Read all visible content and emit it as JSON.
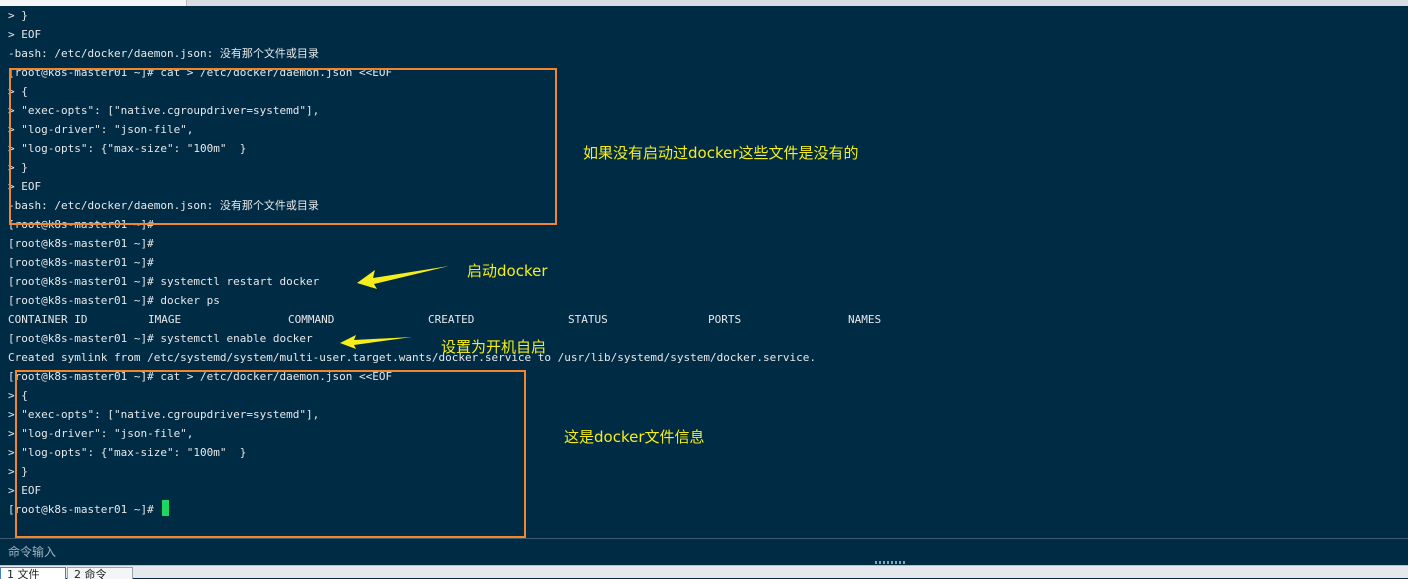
{
  "terminal": {
    "lines": [
      "> }",
      "> EOF",
      "-bash: /etc/docker/daemon.json: 没有那个文件或目录",
      "[root@k8s-master01 ~]# cat > /etc/docker/daemon.json <<EOF",
      "> {",
      "> \"exec-opts\": [\"native.cgroupdriver=systemd\"],",
      "> \"log-driver\": \"json-file\",",
      "> \"log-opts\": {\"max-size\": \"100m\"  }",
      "> }",
      "> EOF",
      "-bash: /etc/docker/daemon.json: 没有那个文件或目录",
      "[root@k8s-master01 ~]#",
      "[root@k8s-master01 ~]#",
      "[root@k8s-master01 ~]#",
      "[root@k8s-master01 ~]# systemctl restart docker",
      "[root@k8s-master01 ~]# docker ps",
      "",
      "[root@k8s-master01 ~]# systemctl enable docker",
      "Created symlink from /etc/systemd/system/multi-user.target.wants/docker.service to /usr/lib/systemd/system/docker.service.",
      "[root@k8s-master01 ~]# cat > /etc/docker/daemon.json <<EOF",
      "> {",
      "> \"exec-opts\": [\"native.cgroupdriver=systemd\"],",
      "> \"log-driver\": \"json-file\",",
      "> \"log-opts\": {\"max-size\": \"100m\"  }",
      "> }",
      "> EOF"
    ],
    "prompt_line": "[root@k8s-master01 ~]# ",
    "docker_ps_headers": [
      "CONTAINER ID",
      "IMAGE",
      "COMMAND",
      "CREATED",
      "STATUS",
      "PORTS",
      "NAMES"
    ]
  },
  "annotations": {
    "note1": "如果没有启动过docker这些文件是没有的",
    "note2": "启动docker",
    "note3": "设置为开机自启",
    "note4": "这是docker文件信息",
    "color": "#f5ee1a",
    "box_color": "#f0862e",
    "arrow_color": "#f5ee1a"
  },
  "command_bar": {
    "placeholder": "命令输入"
  },
  "bottom_tabs": [
    {
      "label": "1 文件",
      "active": true
    },
    {
      "label": "2 命令",
      "active": false
    }
  ],
  "colors": {
    "terminal_bg": "#002b45",
    "text": "#e8e8e8",
    "cursor": "#1ed760"
  }
}
